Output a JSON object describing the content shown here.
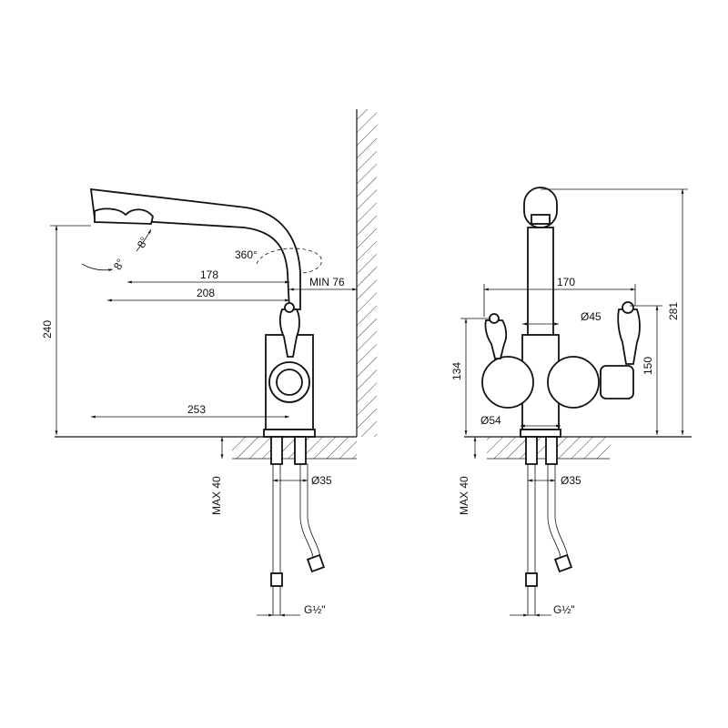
{
  "side_view": {
    "rotation": "360°",
    "tilt_1": "8°",
    "tilt_2": "8°",
    "dim_spout_178": "178",
    "dim_spout_208": "208",
    "dim_min_wall": "MIN 76",
    "dim_height_240": "240",
    "dim_base_253": "253",
    "dim_max_40": "MAX 40",
    "dim_hose_35": "Ø35",
    "dim_thread": "G½\""
  },
  "front_view": {
    "dim_width_170": "170",
    "dim_body_45": "Ø45",
    "dim_height_134": "134",
    "dim_height_150": "150",
    "dim_height_281": "281",
    "dim_base_54": "Ø54",
    "dim_max_40": "MAX 40",
    "dim_hose_35": "Ø35",
    "dim_thread": "G½\""
  }
}
